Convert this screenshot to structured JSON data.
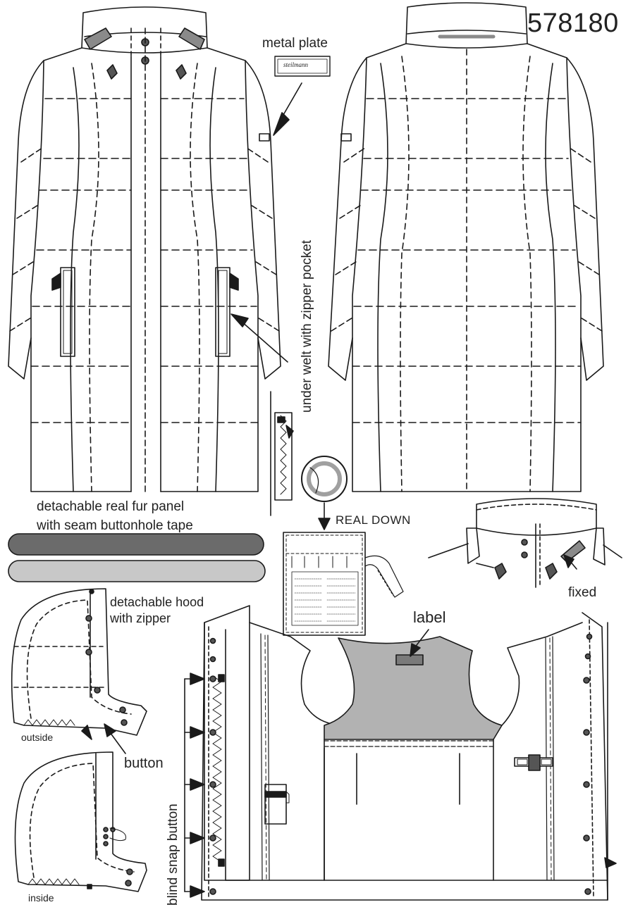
{
  "article_number": "578180",
  "annotations": {
    "metal_plate": "metal plate",
    "metal_plate_logo": "steilmann",
    "welt_pocket": "under welt with zipper pocket",
    "fur_panel_line1": "detachable real fur panel",
    "fur_panel_line2": "with seam buttonhole tape",
    "hood_line1": "detachable hood",
    "hood_line2": "with zipper",
    "outside": "outside",
    "inside": "inside",
    "button": "button",
    "real_down": "REAL  DOWN",
    "label": "label",
    "fixed": "fixed",
    "blind_snap": "blind snap button"
  },
  "colors": {
    "line": "#1a1a1a",
    "fur_dark": "#6b6b6b",
    "fur_light": "#c8c8c8",
    "lining_yoke": "#b2b2b2",
    "collar_tab": "#8a8a8a"
  }
}
